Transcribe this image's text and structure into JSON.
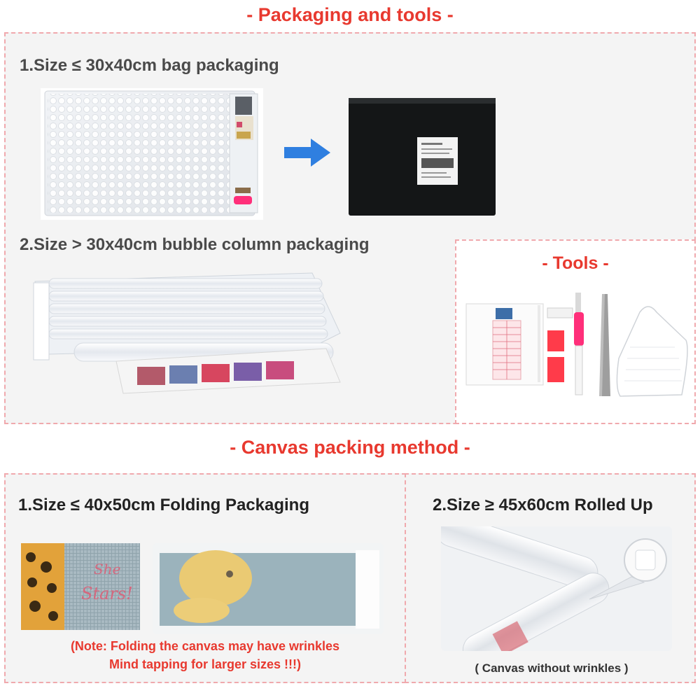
{
  "headings": {
    "packaging_tools": "- Packaging and tools -",
    "tools": "- Tools -",
    "canvas_packing": "- Canvas packing method -"
  },
  "packaging": {
    "bag_label": "1.Size ≤ 30x40cm bag packaging",
    "bubble_label": "2.Size > 30x40cm bubble column packaging"
  },
  "canvas": {
    "folding_label": "1.Size ≤ 40x50cm Folding Packaging",
    "rolled_label": "2.Size ≥ 45x60cm Rolled Up",
    "folding_note_line1": "(Note: Folding the canvas may have wrinkles",
    "folding_note_line2": "Mind tapping for larger sizes !!!)",
    "rolled_note": "( Canvas without wrinkles )"
  },
  "colors": {
    "accent_red": "#e8392f",
    "dashed_border": "#f0a9ad",
    "panel_bg": "#f4f4f4",
    "arrow_blue": "#2f7fe0"
  },
  "icons": [
    "arrow-right-icon"
  ]
}
